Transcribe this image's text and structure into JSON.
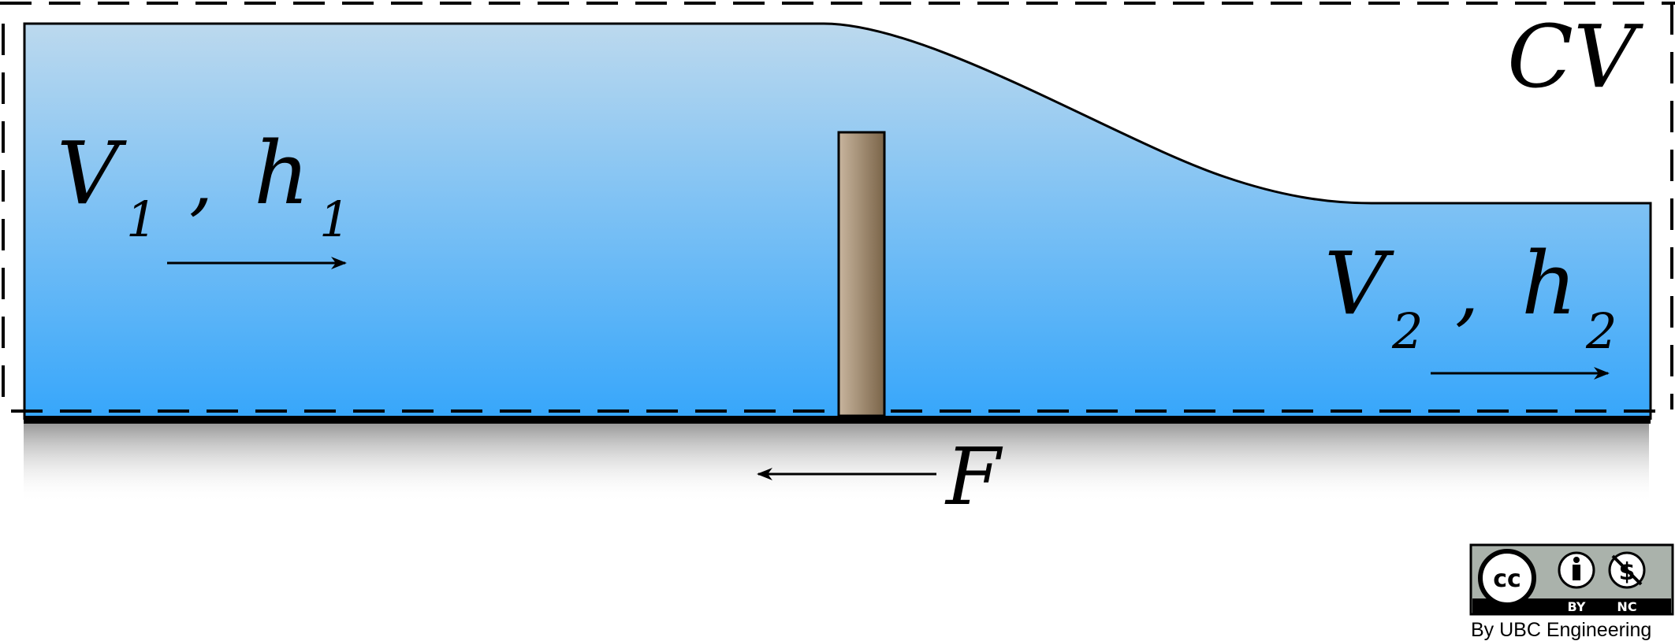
{
  "labels": {
    "control_volume": "CV",
    "upstream": {
      "velocity": "V",
      "velocity_sub": "1",
      "separator": ",",
      "depth": "h",
      "depth_sub": "1"
    },
    "downstream": {
      "velocity": "V",
      "velocity_sub": "2",
      "separator": ",",
      "depth": "h",
      "depth_sub": "2"
    },
    "force": "F"
  },
  "license": {
    "cc": "cc",
    "by": "BY",
    "nc": "NC",
    "credit": "By UBC Engineering"
  },
  "colors": {
    "water_top": "#bcd9ee",
    "water_bottom": "#36a6fb",
    "gate_light": "#c8b59e",
    "gate_dark": "#7a6448",
    "ground_shadow": "#9a9a9a",
    "outline": "#000000"
  }
}
